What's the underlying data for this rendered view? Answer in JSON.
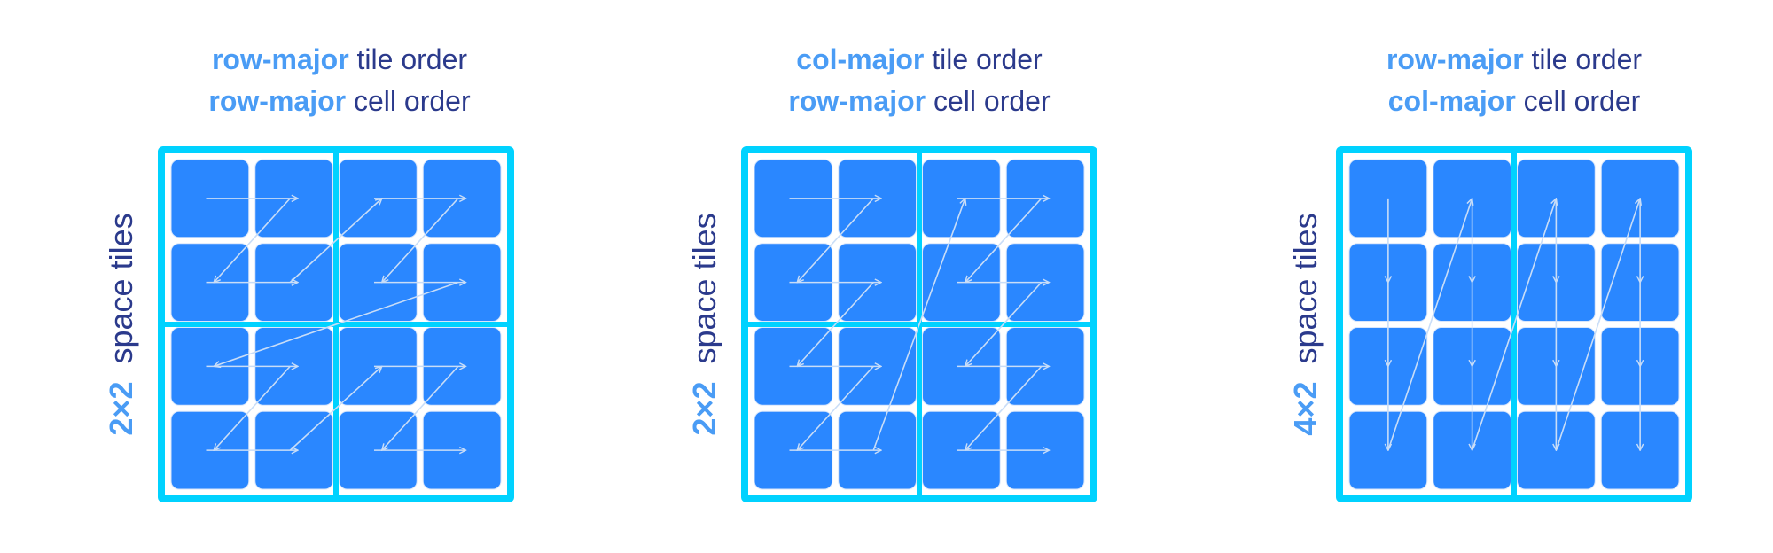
{
  "colors": {
    "highlight": "#4a9cf5",
    "dark": "#2b3a8c",
    "cell": "#2a87ff",
    "border": "#00d2ff",
    "arrow": "#c9ddf7"
  },
  "panels": [
    {
      "tile_order": "row-major",
      "tile_order_suffix": "tile order",
      "cell_order": "row-major",
      "cell_order_suffix": "cell order",
      "tile_size": "2×2",
      "tile_size_suffix": "space tiles",
      "tile_rows": 2,
      "tile_cols": 2,
      "tile_grid_rows": 2,
      "tile_grid_cols": 2
    },
    {
      "tile_order": "col-major",
      "tile_order_suffix": "tile order",
      "cell_order": "row-major",
      "cell_order_suffix": "cell order",
      "tile_size": "2×2",
      "tile_size_suffix": "space tiles",
      "tile_rows": 2,
      "tile_cols": 2,
      "tile_grid_rows": 2,
      "tile_grid_cols": 2
    },
    {
      "tile_order": "row-major",
      "tile_order_suffix": "tile order",
      "cell_order": "col-major",
      "cell_order_suffix": "cell order",
      "tile_size": "4×2",
      "tile_size_suffix": "space tiles",
      "tile_rows": 4,
      "tile_cols": 2,
      "tile_grid_rows": 1,
      "tile_grid_cols": 2
    }
  ]
}
